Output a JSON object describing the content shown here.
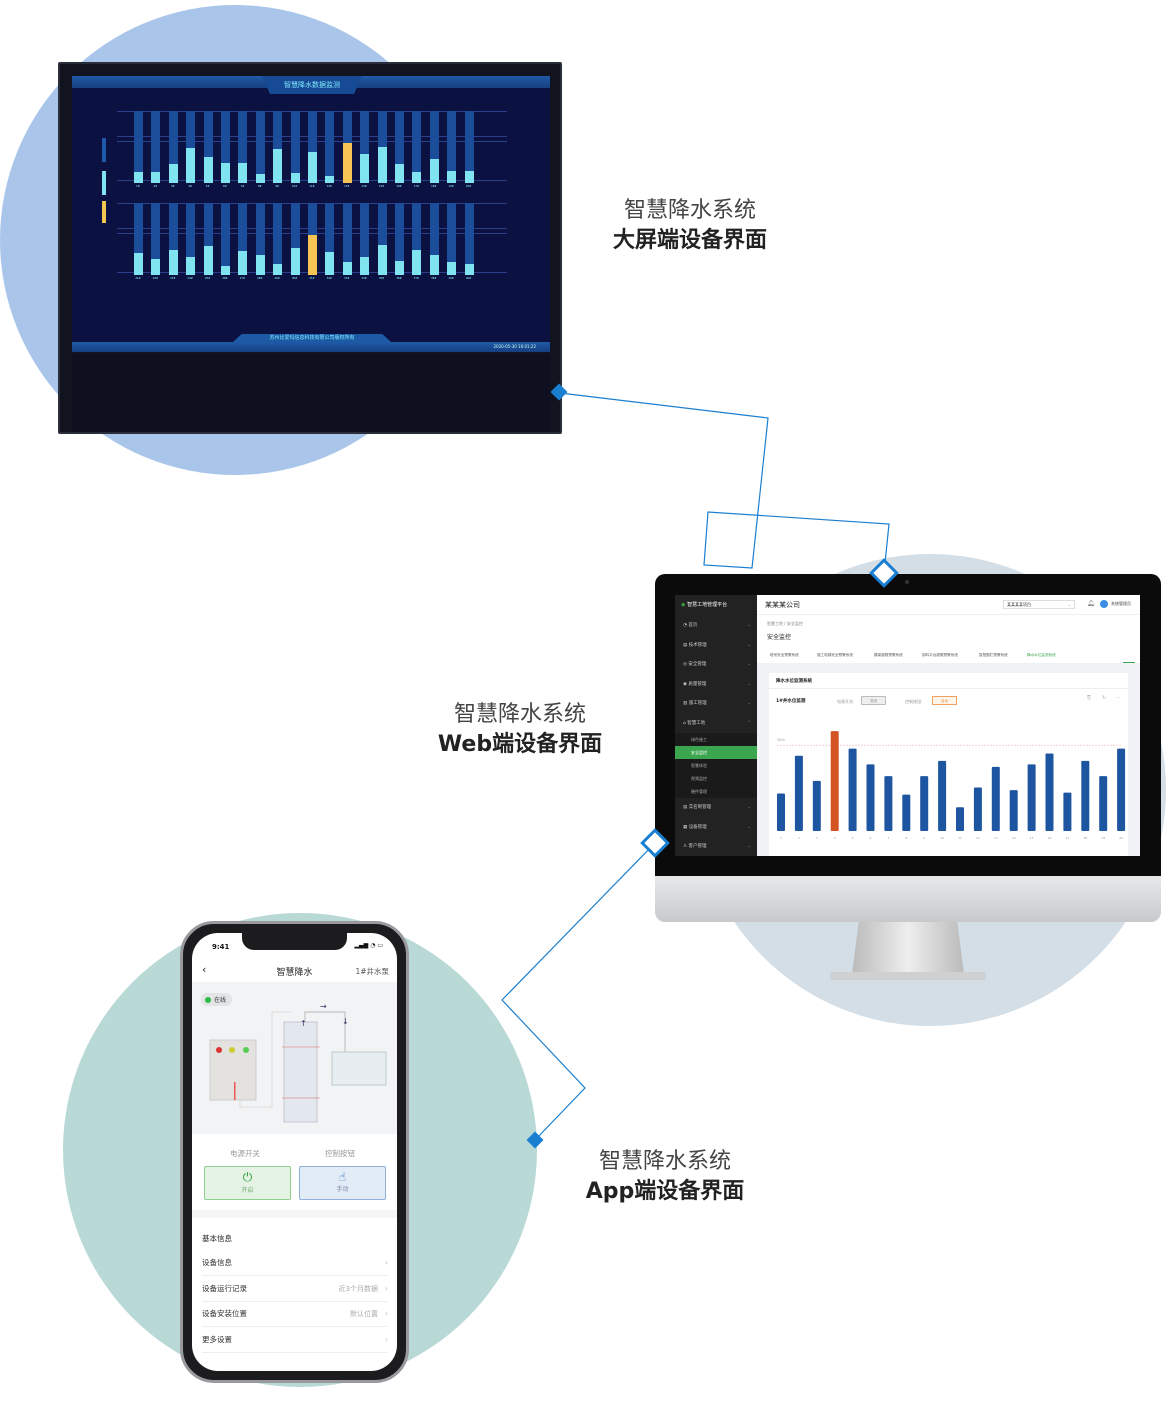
{
  "colors": {
    "accent_blue": "#1a7fd0",
    "circle_big_screen": "#a9c6ea",
    "circle_web": "#d3dee6",
    "circle_app": "#b8d9d6",
    "web_bar": "#1d55a0",
    "web_bar_alert": "#d35322",
    "web_green": "#3ca550",
    "tv_fill": "#7fe3f0",
    "tv_alert": "#f5c453"
  },
  "captions": {
    "big_screen": {
      "line1": "智慧降水系统",
      "line2": "大屏端设备界面"
    },
    "web": {
      "line1": "智慧降水系统",
      "line2": "Web端设备界面"
    },
    "app": {
      "line1": "智慧降水系统",
      "line2": "App端设备界面"
    }
  },
  "big_screen": {
    "title": "智慧降水数据监测",
    "footer": "苏州比爱玛信息科技有限公司版权所有",
    "timestamp": "2020-05-30 16:01:22",
    "rows": [
      {
        "labels": [
          "1#",
          "2#",
          "3#",
          "4#",
          "5#",
          "6#",
          "7#",
          "8#",
          "9#",
          "10#",
          "11#",
          "12#",
          "13#",
          "14#",
          "15#",
          "16#",
          "17#",
          "18#",
          "19#",
          "20#"
        ],
        "fill": [
          0.15,
          0.15,
          0.27,
          0.48,
          0.36,
          0.28,
          0.28,
          0.12,
          0.47,
          0.14,
          0.43,
          0.1,
          0.56,
          0.4,
          0.5,
          0.27,
          0.15,
          0.33,
          0.17,
          0.16
        ],
        "alert_index": 12
      },
      {
        "labels": [
          "21#",
          "22#",
          "23#",
          "24#",
          "25#",
          "26#",
          "27#",
          "28#",
          "29#",
          "30#",
          "31#",
          "32#",
          "33#",
          "34#",
          "35#",
          "36#",
          "37#",
          "38#",
          "39#",
          "40#"
        ],
        "fill": [
          0.3,
          0.22,
          0.35,
          0.25,
          0.4,
          0.12,
          0.33,
          0.28,
          0.15,
          0.38,
          0.55,
          0.32,
          0.18,
          0.25,
          0.42,
          0.2,
          0.35,
          0.28,
          0.18,
          0.15
        ],
        "alert_index": 10
      }
    ]
  },
  "web": {
    "logo": "智慧工地管理平台",
    "company": "某某某公司",
    "project": "某某某某项目",
    "user": "系统管理员",
    "breadcrumb": "智慧工地 / 安全监控",
    "page_title": "安全监控",
    "menu": [
      {
        "icon": "◔",
        "label": "首页"
      },
      {
        "icon": "▤",
        "label": "技术管理"
      },
      {
        "icon": "◎",
        "label": "安全管理"
      },
      {
        "icon": "◉",
        "label": "质量管理"
      },
      {
        "icon": "▥",
        "label": "施工管理"
      },
      {
        "icon": "⌂",
        "label": "智慧工地",
        "expanded": true
      }
    ],
    "submenu": [
      "绿色施工",
      "安全监控",
      "智慧体验",
      "视频监控",
      "硬件管理"
    ],
    "active_submenu": 1,
    "menu_after": [
      {
        "icon": "▤",
        "label": "实名制管理"
      },
      {
        "icon": "▦",
        "label": "设备管理"
      },
      {
        "icon": "♙",
        "label": "客户管理"
      }
    ],
    "tabs": [
      "塔吊安全预警系统",
      "施工电梯安全预警系统",
      "模架超载预警系统",
      "卸料平台超载预警系统",
      "智慧围栏预警系统",
      "降水水位监测系统"
    ],
    "active_tab": 5,
    "card_title": "降水水位监测系统",
    "well_name": "1#井水位监测",
    "power_label": "电源开关:",
    "power_value": "关闭",
    "control_label": "控制按钮:",
    "control_value": "自动"
  },
  "chart_data": {
    "type": "bar",
    "categories": [
      "1",
      "2",
      "3",
      "4",
      "5",
      "6",
      "7",
      "8",
      "9",
      "10",
      "11",
      "12",
      "13",
      "14",
      "15",
      "16",
      "17",
      "18",
      "19",
      "20"
    ],
    "values": [
      13.1,
      26.3,
      17.5,
      34.9,
      28.8,
      23.3,
      19.2,
      12.7,
      19.2,
      24.5,
      8.3,
      15.2,
      22.4,
      14.3,
      23.3,
      27.1,
      13.4,
      24.5,
      19.2,
      28.8
    ],
    "threshold_label": "30m",
    "threshold": 30,
    "alert_index": 3,
    "ylim": [
      0,
      36
    ]
  },
  "app": {
    "time": "9:41",
    "title": "智慧降水",
    "well": "1#井水泵",
    "status": "在线",
    "power_label": "电源开关",
    "control_label": "控制按钮",
    "power_button": "开启",
    "control_button": "手动",
    "section_title": "基本信息",
    "rows": [
      {
        "label": "设备信息",
        "value": ""
      },
      {
        "label": "设备运行记录",
        "value": "近3个月数据"
      },
      {
        "label": "设备安装位置",
        "value": "默认位置"
      },
      {
        "label": "更多设置",
        "value": ""
      }
    ]
  }
}
